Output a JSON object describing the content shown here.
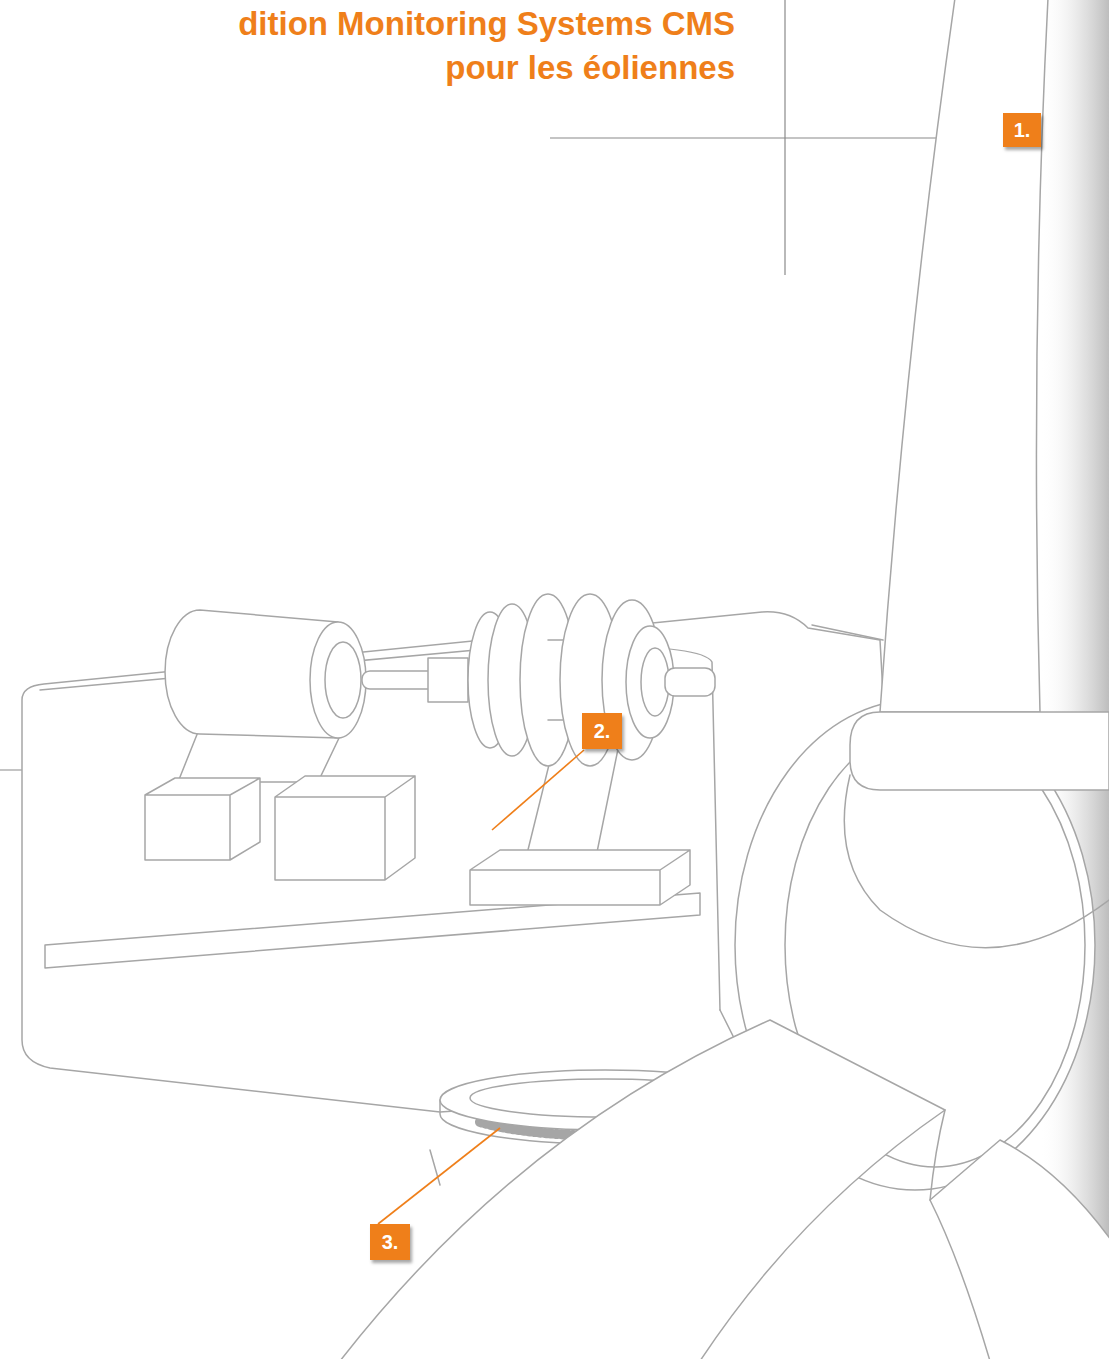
{
  "diagram": {
    "title": "dition Monitoring Systems CMS pour les éoliennes",
    "nodes": [
      {
        "text": [
          "1."
        ]
      },
      {
        "text": [
          "2."
        ]
      },
      {
        "text": [
          "3."
        ]
      }
    ]
  }
}
